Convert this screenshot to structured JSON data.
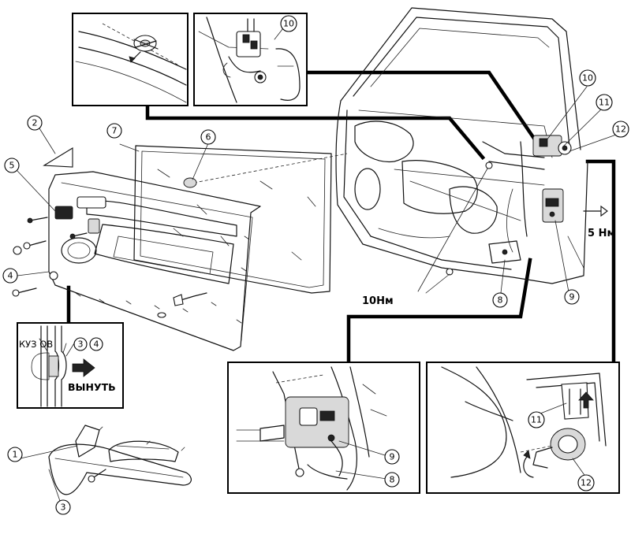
{
  "callouts": [
    {
      "id": "c1",
      "label": "1"
    },
    {
      "id": "c2",
      "label": "2"
    },
    {
      "id": "c3a",
      "label": "3"
    },
    {
      "id": "c3b",
      "label": "3"
    },
    {
      "id": "c4a",
      "label": "4"
    },
    {
      "id": "c4b",
      "label": "4"
    },
    {
      "id": "c5",
      "label": "5"
    },
    {
      "id": "c6",
      "label": "6"
    },
    {
      "id": "c7",
      "label": "7"
    },
    {
      "id": "c8a",
      "label": "8"
    },
    {
      "id": "c8b",
      "label": "8"
    },
    {
      "id": "c9a",
      "label": "9"
    },
    {
      "id": "c9b",
      "label": "9"
    },
    {
      "id": "c10a",
      "label": "10"
    },
    {
      "id": "c10b",
      "label": "10"
    },
    {
      "id": "c11a",
      "label": "11"
    },
    {
      "id": "c11b",
      "label": "11"
    },
    {
      "id": "c12a",
      "label": "12"
    },
    {
      "id": "c12b",
      "label": "12"
    }
  ],
  "torque_labels": {
    "five": "5 Нм",
    "ten": "10Нм"
  },
  "removal_inset": {
    "body_label": "КУЗ ОВ",
    "action_label": "ВЫНУТЬ"
  }
}
